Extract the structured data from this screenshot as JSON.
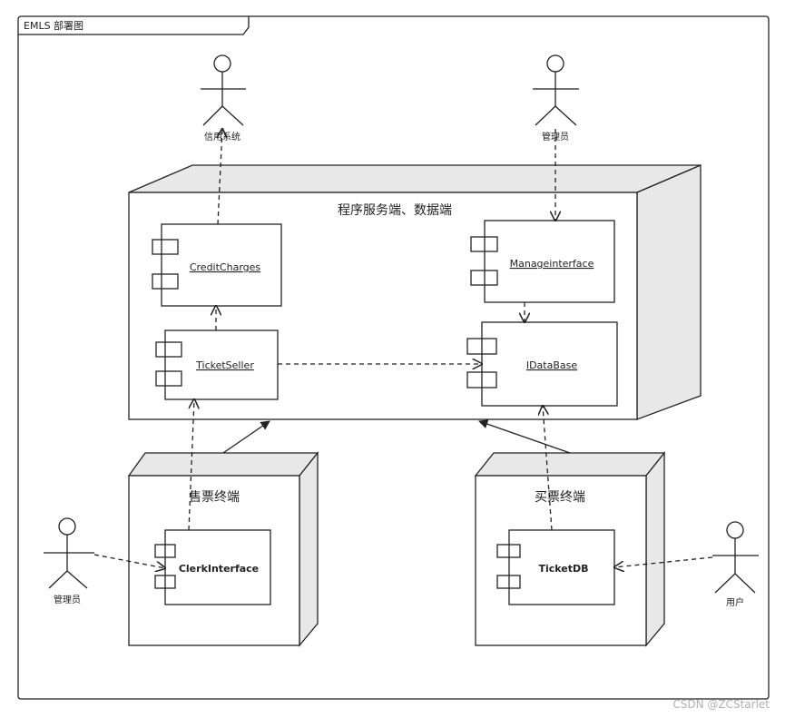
{
  "frame": {
    "title": "EMLS 部署图"
  },
  "nodes": {
    "server": {
      "title": "程序服务端、数据端"
    },
    "sell_terminal": {
      "title": "售票终端"
    },
    "buy_terminal": {
      "title": "买票终端"
    }
  },
  "components": {
    "credit_charges": "CreditCharges",
    "manage_interface": "Manageinterface",
    "ticket_seller": "TicketSeller",
    "idatabase": "IDataBase",
    "clerk_interface": "ClerkInterface",
    "ticket_db": "TicketDB"
  },
  "actors": {
    "credit_system": "信用系统",
    "admin_top": "管理员",
    "admin_left": "管理员",
    "user": "用户"
  },
  "watermark": "CSDN @ZCStarlet",
  "colors": {
    "stroke": "#222222",
    "node_side": "#e8e8e8",
    "background": "#ffffff"
  }
}
